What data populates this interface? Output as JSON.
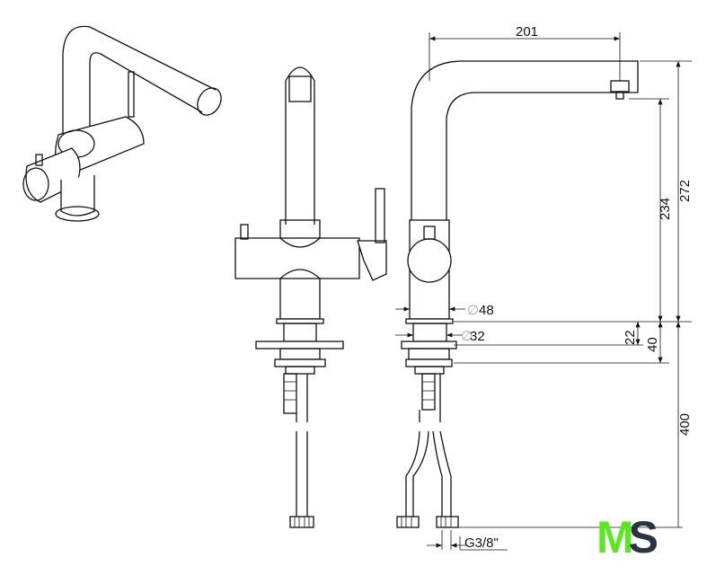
{
  "dimensions": {
    "spout_reach": "201",
    "total_height": "272",
    "spout_height": "234",
    "body_diameter_symbol": "∅",
    "body_diameter": "48",
    "shank_diameter_symbol": "∅",
    "shank_diameter": "32",
    "plate_thickness": "22",
    "base_height": "40",
    "hose_length": "400",
    "connector_thread": "G3/8\""
  },
  "logo": {
    "text_m": "M",
    "text_s": "S",
    "colors": {
      "m": "#5de622",
      "s": "#2b3442"
    }
  }
}
